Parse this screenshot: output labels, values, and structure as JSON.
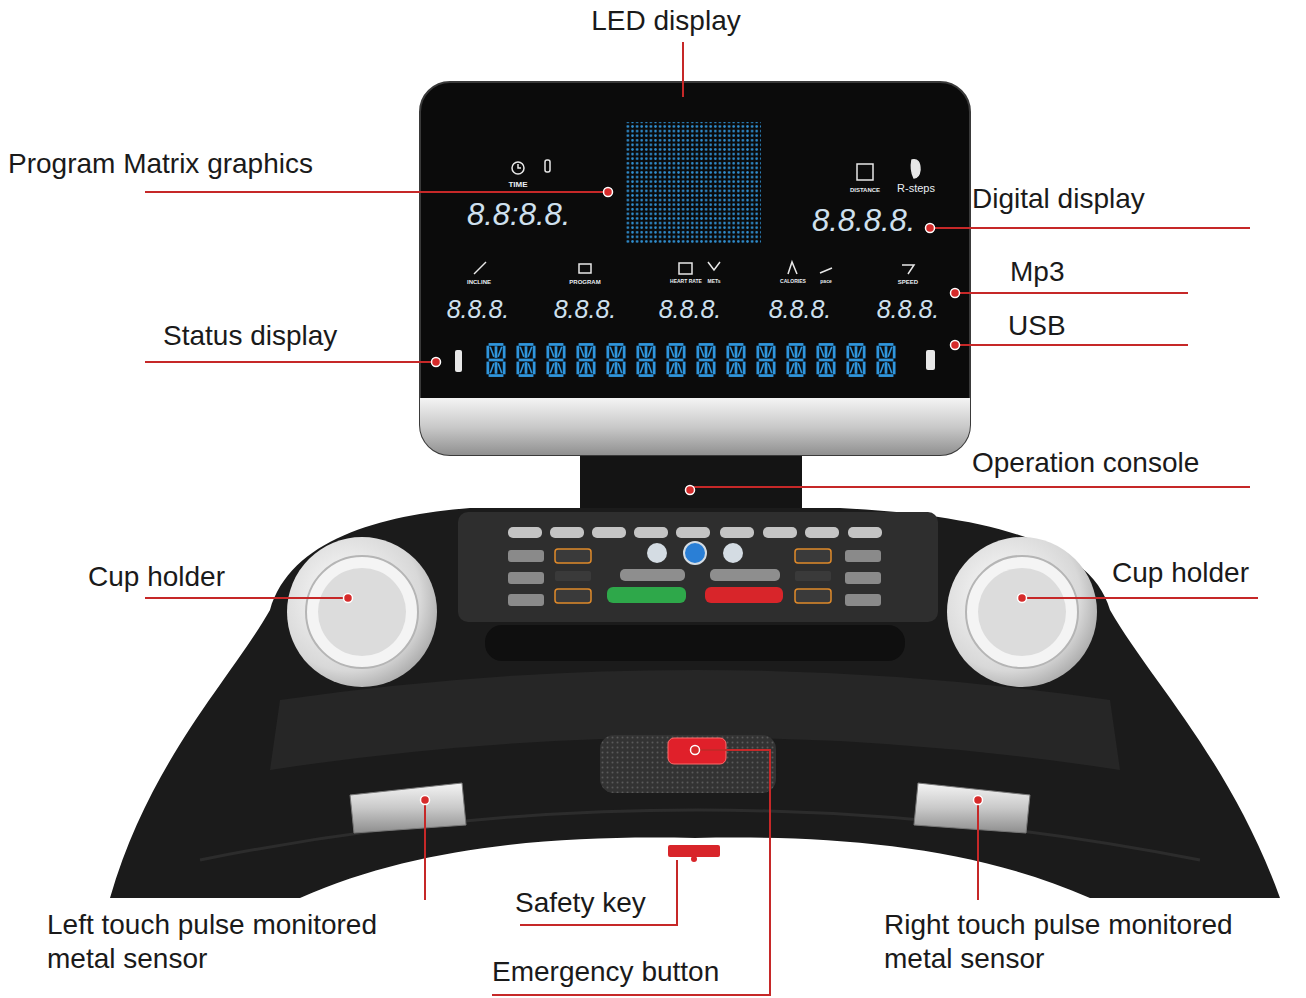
{
  "diagram": {
    "labels": [
      "LED display",
      "Program Matrix graphics",
      "Digital display",
      "Mp3",
      "USB",
      "Status display",
      "Operation console",
      "Cup holder",
      "Cup holder",
      "Left touch pulse monitored metal sensor",
      "Safety key",
      "Emergency button",
      "Right touch pulse monitored metal sensor",
      "TIME",
      "8.8:8.8.",
      "DISTANCE",
      "R-steps",
      "8.8.8.8.",
      "INCLINE",
      "PROGRAM",
      "HEART RATE",
      "METs",
      "CALORIES",
      "pace",
      "SPEED",
      "8.8.8.",
      "8.8.8.",
      "8.8.8.",
      "8.8.8.",
      "8.8.8."
    ]
  }
}
